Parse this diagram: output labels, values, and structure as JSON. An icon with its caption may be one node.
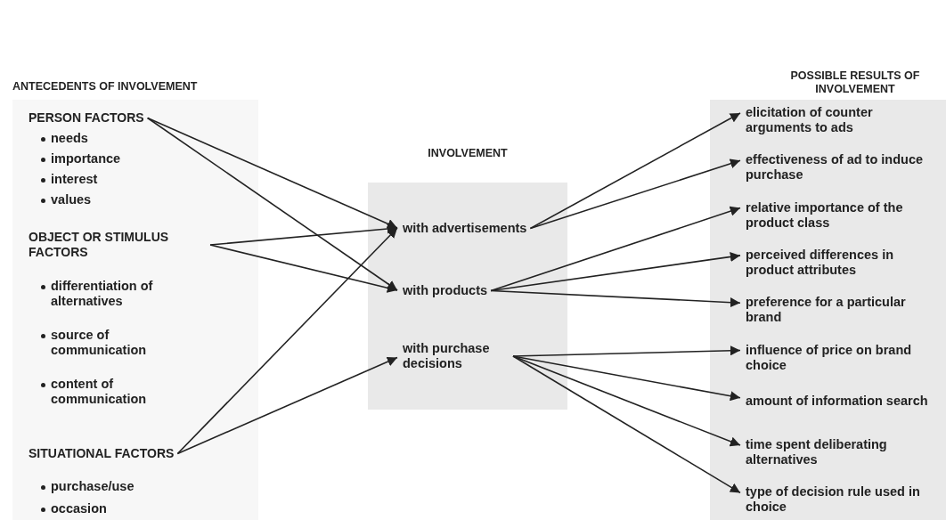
{
  "diagram": {
    "nodes": [
      {
        "text": [
          "ANTECEDENTS OF INVOLVEMENT"
        ]
      },
      {
        "text": [
          "PERSON FACTORS"
        ],
        "in": 0
      },
      {
        "text": [
          "OBJECT OR STIMULUS FACTORS"
        ],
        "in": 0
      },
      {
        "text": [
          "SITUATIONAL FACTORS"
        ],
        "in": 0
      },
      {
        "text": [
          "INVOLVEMENT"
        ]
      },
      {
        "text": [
          "with advertisements"
        ],
        "in": 4
      },
      {
        "text": [
          "with products"
        ],
        "in": 4
      },
      {
        "text": [
          "with purchase decisions"
        ],
        "in": 4
      },
      {
        "text": [
          "POSSIBLE RESULTS OF INVOLVEMENT"
        ]
      },
      {
        "text": [
          "elicitation of counter arguments to ads"
        ],
        "in": 8
      },
      {
        "text": [
          "effectiveness of ad to induce purchase"
        ],
        "in": 8
      },
      {
        "text": [
          "relative importance of the product class"
        ],
        "in": 8
      },
      {
        "text": [
          "perceived differences in product attributes"
        ],
        "in": 8
      },
      {
        "text": [
          "preference for a particular brand"
        ],
        "in": 8
      },
      {
        "text": [
          "influence of price on brand choice"
        ],
        "in": 8
      },
      {
        "text": [
          "amount of information search"
        ],
        "in": 8
      },
      {
        "text": [
          "time spent deliberating alternatives"
        ],
        "in": 8
      },
      {
        "text": [
          "type of decision rule used in choice"
        ],
        "in": 8
      }
    ],
    "edges": [
      {
        "from": 1,
        "to": 5,
        "arrow": "to"
      },
      {
        "from": 1,
        "to": 6,
        "arrow": "to"
      },
      {
        "from": 2,
        "to": 5,
        "arrow": "to"
      },
      {
        "from": 2,
        "to": 6,
        "arrow": "to"
      },
      {
        "from": 3,
        "to": 5,
        "arrow": "to"
      },
      {
        "from": 3,
        "to": 7,
        "arrow": "to"
      },
      {
        "from": 5,
        "to": 9,
        "arrow": "to"
      },
      {
        "from": 5,
        "to": 10,
        "arrow": "to"
      },
      {
        "from": 6,
        "to": 11,
        "arrow": "to"
      },
      {
        "from": 6,
        "to": 12,
        "arrow": "to"
      },
      {
        "from": 6,
        "to": 13,
        "arrow": "to"
      },
      {
        "from": 7,
        "to": 14,
        "arrow": "to"
      },
      {
        "from": 7,
        "to": 15,
        "arrow": "to"
      },
      {
        "from": 7,
        "to": 16,
        "arrow": "to"
      },
      {
        "from": 7,
        "to": 17,
        "arrow": "to"
      }
    ],
    "labels": [
      "needs",
      "importance",
      "interest",
      "values",
      "differentiation of alternatives",
      "source of communication",
      "content of communication",
      "purchase/use",
      "occasion"
    ]
  }
}
